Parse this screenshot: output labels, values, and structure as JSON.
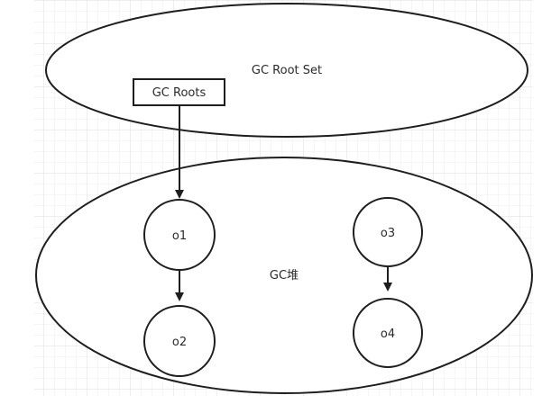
{
  "colors": {
    "background": "#ffffff",
    "grid_minor": "#ececec",
    "grid_major": "#dcdcdc",
    "stroke": "#1e1e1e",
    "text": "#2a2a2a"
  },
  "diagram": {
    "root_set": {
      "label": "GC Root Set"
    },
    "roots_box": {
      "label": "GC Roots"
    },
    "heap": {
      "label": "GC堆"
    },
    "objects": [
      {
        "id": "o1",
        "label": "o1"
      },
      {
        "id": "o2",
        "label": "o2"
      },
      {
        "id": "o3",
        "label": "o3"
      },
      {
        "id": "o4",
        "label": "o4"
      }
    ],
    "edges": [
      {
        "from": "GC Roots",
        "to": "o1"
      },
      {
        "from": "o1",
        "to": "o2"
      },
      {
        "from": "o3",
        "to": "o4"
      }
    ]
  }
}
